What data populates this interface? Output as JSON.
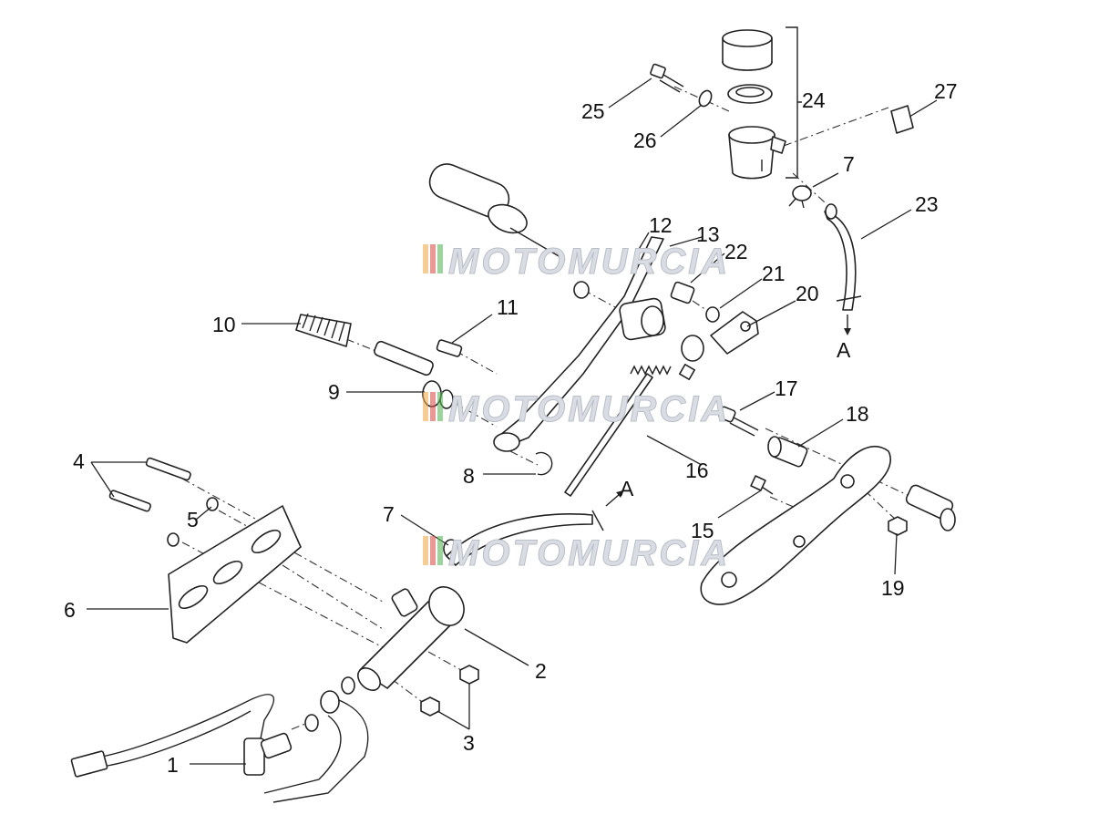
{
  "labels": {
    "l1": "1",
    "l2": "2",
    "l3": "3",
    "l4": "4",
    "l5": "5",
    "l6": "6",
    "l7a": "7",
    "l7b": "7",
    "l8": "8",
    "l9": "9",
    "l10": "10",
    "l11": "11",
    "l12": "12",
    "l13": "13",
    "l15a": "15",
    "l16": "16",
    "l17": "17",
    "l18": "18",
    "l19": "19",
    "l20": "20",
    "l21": "21",
    "l22": "22",
    "l23": "23",
    "l24": "24",
    "l25": "25",
    "l26": "26",
    "l27": "27",
    "refA1": "A",
    "refA2": "A"
  },
  "watermark": {
    "text": "MOTOMURCIA"
  },
  "colors": {
    "ink": "#222222",
    "watermark_red": "#d9534f",
    "watermark_orange": "#f0ad4e",
    "watermark_green": "#5cb85c"
  }
}
